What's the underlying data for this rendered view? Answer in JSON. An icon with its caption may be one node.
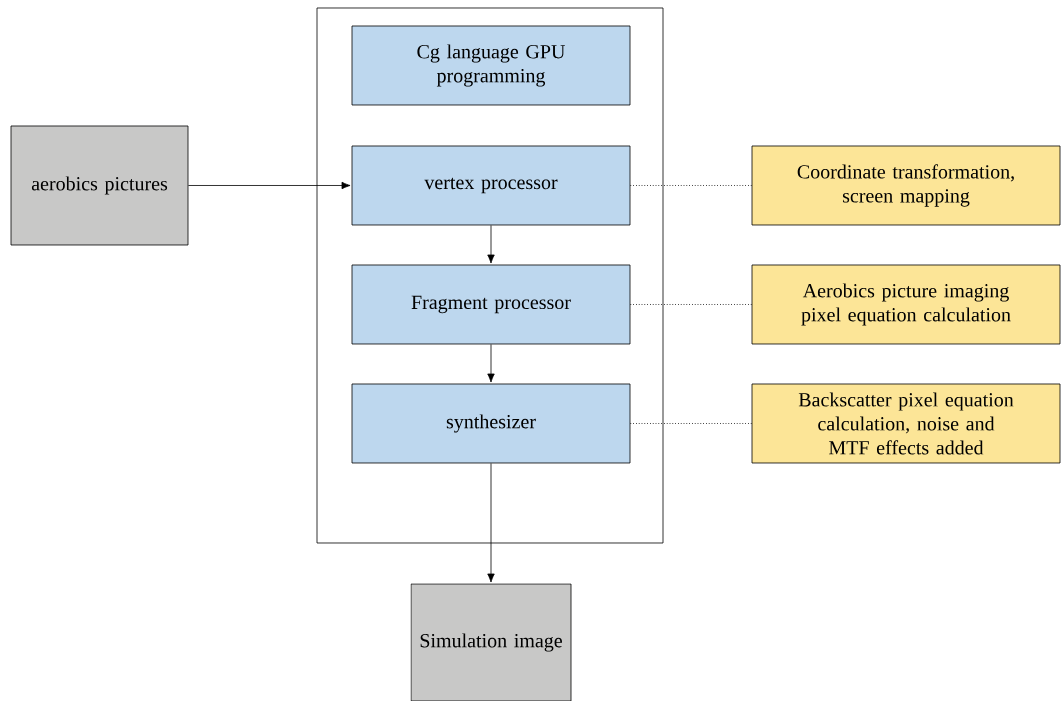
{
  "diagram": {
    "nodes": [
      {
        "text": [],
        "shape": "box"
      },
      {
        "text": [
          "Cg language GPU programming"
        ],
        "in": 0
      },
      {
        "text": [
          "vertex processor"
        ],
        "in": 0
      },
      {
        "text": [
          "Fragment processor"
        ],
        "in": 0
      },
      {
        "text": [
          "synthesizer"
        ],
        "in": 0
      },
      {
        "text": [
          "aerobics pictures"
        ]
      },
      {
        "text": [
          "Coordinate transformation, screen mapping"
        ]
      },
      {
        "text": [
          "Aerobics picture imaging pixel equation calculation"
        ]
      },
      {
        "text": [
          "Backscatter pixel equation calculation, noise and MTF effects added"
        ]
      },
      {
        "text": [
          "Simulation image"
        ]
      }
    ],
    "edges": [
      {
        "from": 5,
        "to": 2,
        "arrow": "to"
      },
      {
        "from": 2,
        "to": 3,
        "arrow": "to"
      },
      {
        "from": 3,
        "to": 4,
        "arrow": "to"
      },
      {
        "from": 4,
        "to": 9,
        "arrow": "to"
      },
      {
        "from": 2,
        "to": 6,
        "arrow": "none",
        "style": "dashed"
      },
      {
        "from": 3,
        "to": 7,
        "arrow": "none",
        "style": "dashed"
      },
      {
        "from": 4,
        "to": 8,
        "arrow": "none",
        "style": "dashed"
      }
    ]
  }
}
